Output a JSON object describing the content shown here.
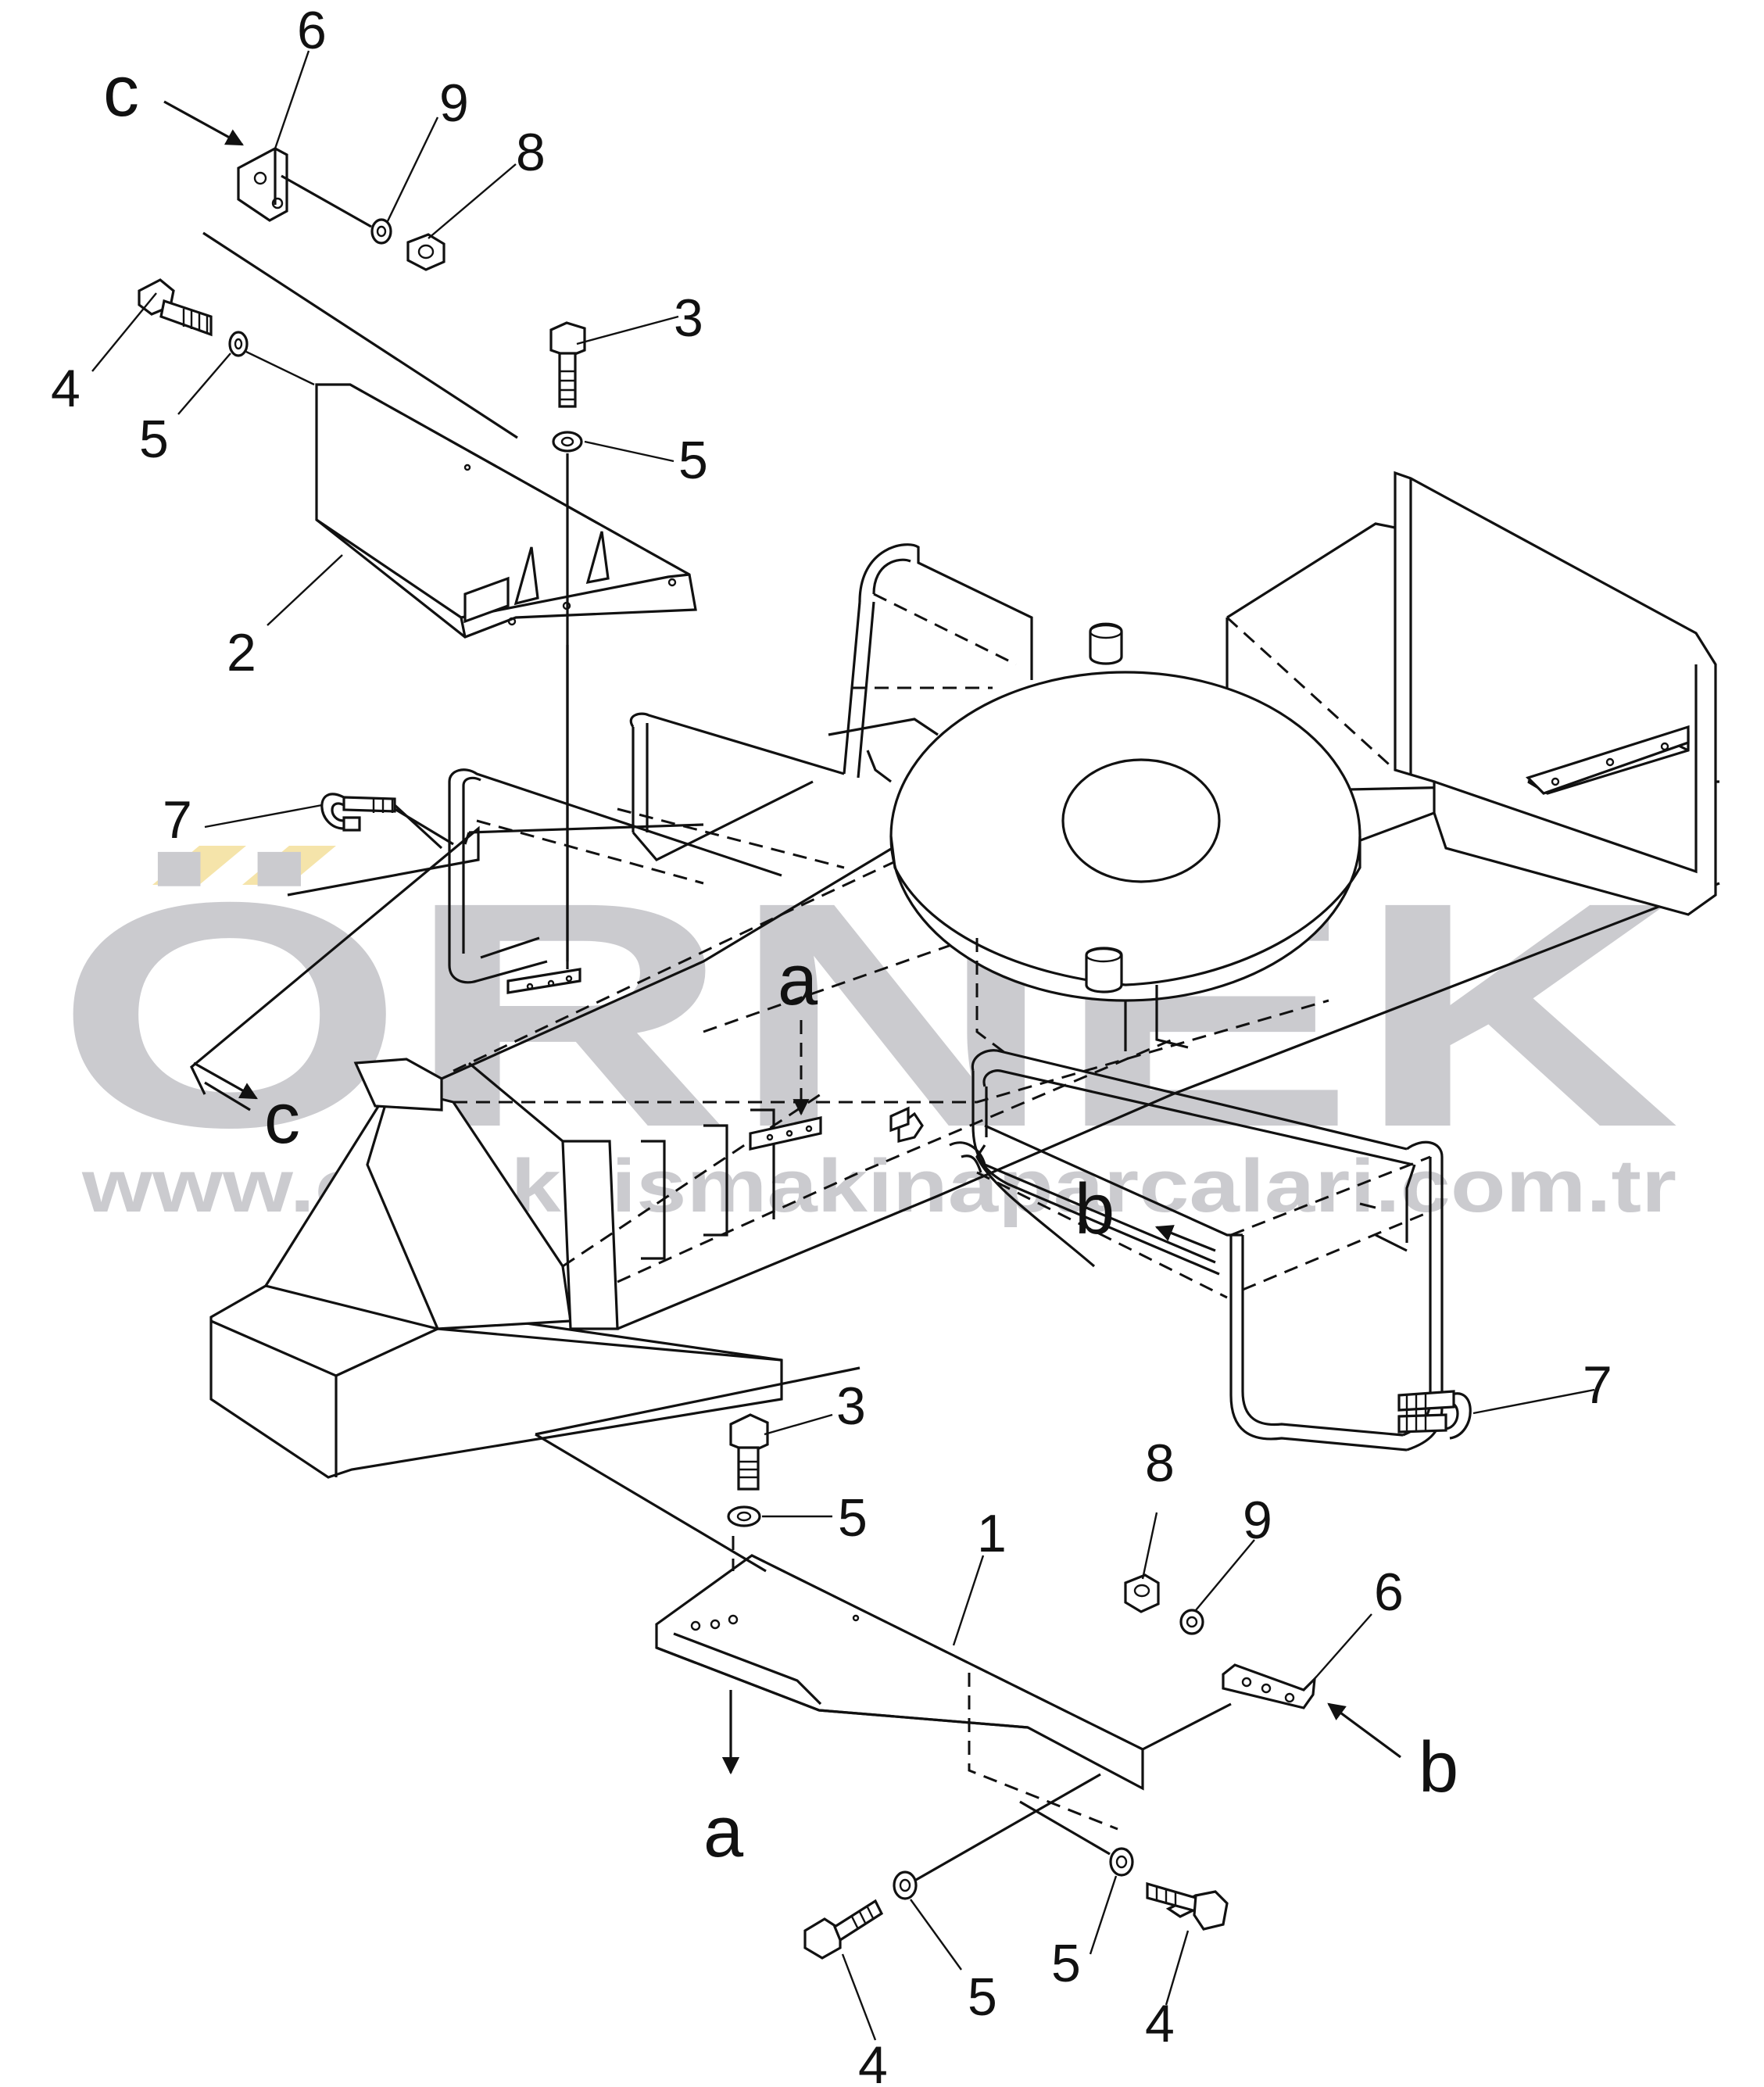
{
  "watermark": {
    "brand": "ÖRNEK",
    "url": "www.orneksismakinaparcalari.com.tr",
    "brand_color": "#c9c9cd",
    "accent_color": "#f5e3a6"
  },
  "callouts": [
    {
      "id": "c6-top",
      "text": "6"
    },
    {
      "id": "c9-top",
      "text": "9"
    },
    {
      "id": "c8-top",
      "text": "8"
    },
    {
      "id": "c3-top",
      "text": "3"
    },
    {
      "id": "c4-top",
      "text": "4"
    },
    {
      "id": "c5-top-left",
      "text": "5"
    },
    {
      "id": "c5-top-right",
      "text": "5"
    },
    {
      "id": "c2",
      "text": "2"
    },
    {
      "id": "c7-left",
      "text": "7"
    },
    {
      "id": "c3-bottom",
      "text": "3"
    },
    {
      "id": "c5-bottom-mid",
      "text": "5"
    },
    {
      "id": "c1",
      "text": "1"
    },
    {
      "id": "c8-bottom",
      "text": "8"
    },
    {
      "id": "c9-bottom",
      "text": "9"
    },
    {
      "id": "c6-bottom",
      "text": "6"
    },
    {
      "id": "c7-right",
      "text": "7"
    },
    {
      "id": "c5-bottom-left",
      "text": "5"
    },
    {
      "id": "c5-bottom-right",
      "text": "5"
    },
    {
      "id": "c4-bottom-left",
      "text": "4"
    },
    {
      "id": "c4-bottom-right",
      "text": "4"
    }
  ],
  "arrow_labels": [
    {
      "id": "c-top",
      "text": "c"
    },
    {
      "id": "c-mid",
      "text": "c"
    },
    {
      "id": "a-top",
      "text": "a"
    },
    {
      "id": "a-bottom",
      "text": "a"
    },
    {
      "id": "b-mid",
      "text": "b"
    },
    {
      "id": "b-bottom",
      "text": "b"
    }
  ]
}
